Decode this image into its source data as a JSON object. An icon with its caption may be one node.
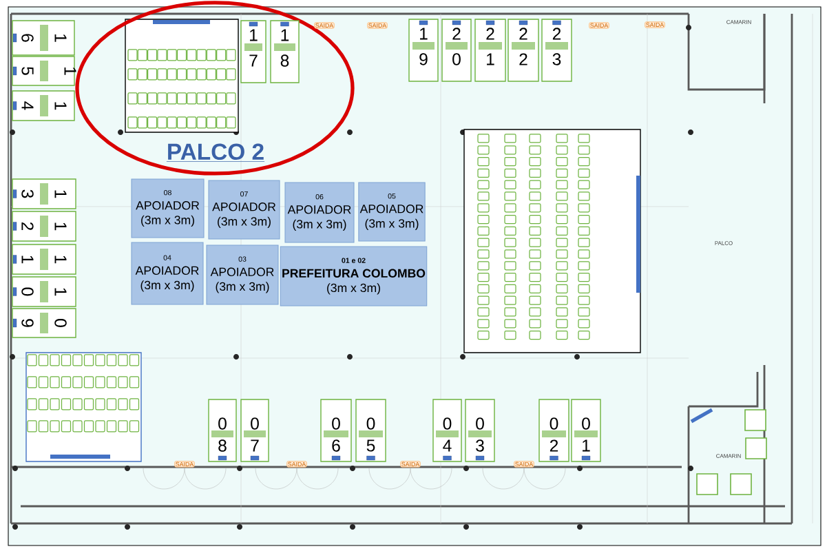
{
  "diagram": {
    "nodes": [
      {
        "text": [
          "1",
          "6"
        ]
      },
      {
        "text": [
          "1",
          "7"
        ]
      },
      {
        "text": [
          "1",
          "8"
        ]
      },
      {
        "text": [
          "1",
          "9"
        ]
      },
      {
        "text": [
          "2",
          "0"
        ]
      },
      {
        "text": [
          "2",
          "1"
        ]
      },
      {
        "text": [
          "2",
          "2"
        ]
      },
      {
        "text": [
          "2",
          "3"
        ]
      },
      {
        "text": [
          "1",
          "5"
        ]
      },
      {
        "text": [
          "1",
          "4"
        ]
      },
      {
        "text": [
          "1",
          "3"
        ]
      },
      {
        "text": [
          "08",
          "APOIADOR",
          "(3m x 3m)"
        ]
      },
      {
        "text": [
          "07",
          "APOIADOR",
          "(3m x 3m)"
        ]
      },
      {
        "text": [
          "06",
          "APOIADOR",
          "(3m x 3m)"
        ]
      },
      {
        "text": [
          "05",
          "APOIADOR",
          "(3m x 3m)"
        ]
      },
      {
        "text": [
          "1",
          "2"
        ]
      },
      {
        "text": [
          "1",
          "1"
        ]
      },
      {
        "text": [
          "04",
          "APOIADOR",
          "(3m x 3m)"
        ]
      },
      {
        "text": [
          "03",
          "APOIADOR",
          "(3m x 3m)"
        ]
      },
      {
        "text": [
          "01 e 02",
          "PREFEITURA COLOMBO",
          "(3m x 3m)"
        ]
      },
      {
        "text": [
          "1",
          "0"
        ]
      },
      {
        "text": [
          "0",
          "9"
        ]
      },
      {
        "text": [
          "0",
          "8"
        ]
      },
      {
        "text": [
          "0",
          "7"
        ]
      },
      {
        "text": [
          "0",
          "6"
        ]
      },
      {
        "text": [
          "0",
          "5"
        ]
      },
      {
        "text": [
          "0",
          "4"
        ]
      },
      {
        "text": [
          "0",
          "3"
        ]
      },
      {
        "text": [
          "0",
          "2"
        ]
      },
      {
        "text": [
          "0",
          "1"
        ]
      }
    ],
    "labels": [
      "SAIDA",
      "SAIDA",
      "SAIDA",
      "SAIDA",
      "CAMARIN",
      "PALCO 2",
      "PALCO",
      "SAIDA",
      "SAIDA",
      "SAIDA",
      "SAIDA",
      "CAMARIN"
    ]
  }
}
